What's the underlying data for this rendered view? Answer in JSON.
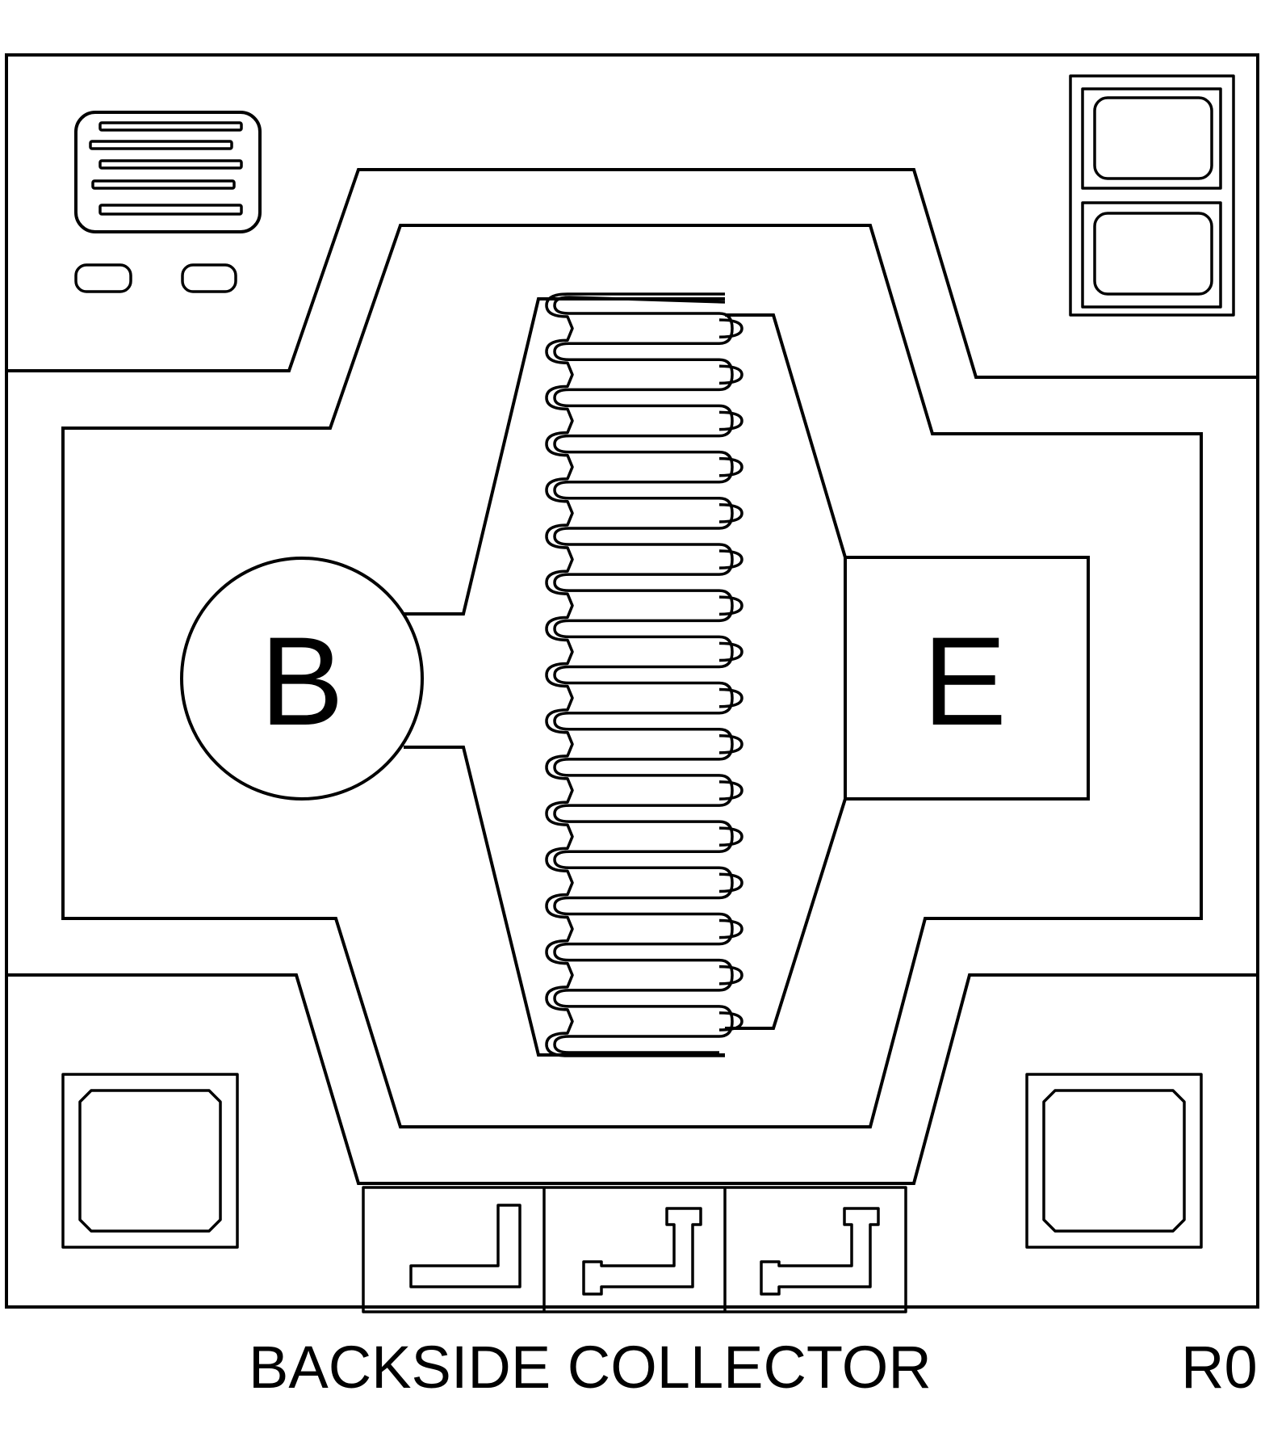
{
  "die": {
    "base_label": "B",
    "emitter_label": "E",
    "caption": "BACKSIDE COLLECTOR",
    "revision": "R0",
    "finger_count": 17,
    "line_color": "#000000",
    "background_color": "#ffffff"
  }
}
